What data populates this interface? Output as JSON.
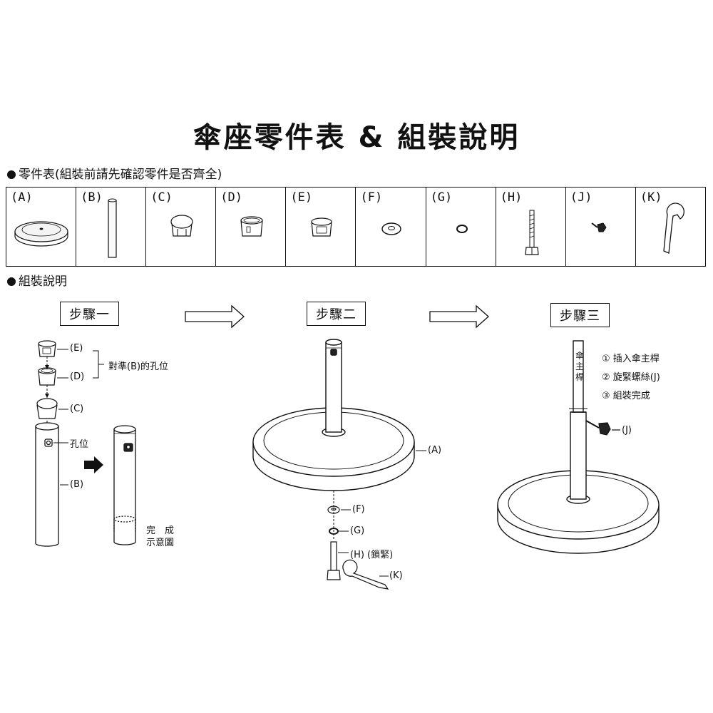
{
  "title": "傘座零件表 & 組裝說明",
  "parts_section": "零件表(組裝前請先確認零件是否齊全)",
  "assembly_section": "組裝說明",
  "parts": [
    {
      "id": "A",
      "label": "(A)"
    },
    {
      "id": "B",
      "label": "(B)"
    },
    {
      "id": "C",
      "label": "(C)"
    },
    {
      "id": "D",
      "label": "(D)"
    },
    {
      "id": "E",
      "label": "(E)"
    },
    {
      "id": "F",
      "label": "(F)"
    },
    {
      "id": "G",
      "label": "(G)"
    },
    {
      "id": "H",
      "label": "(H)"
    },
    {
      "id": "J",
      "label": "(J)"
    },
    {
      "id": "K",
      "label": "(K)"
    }
  ],
  "steps": {
    "one": "步驟一",
    "two": "步驟二",
    "three": "步驟三"
  },
  "step1": {
    "e": "(E)",
    "d": "(D)",
    "c": "(C)",
    "hole": "孔位",
    "b": "(B)",
    "align": "對準(B)的孔位",
    "done_1": "完　成",
    "done_2": "示意圖"
  },
  "step2": {
    "a": "(A)",
    "f": "(F)",
    "g": "(G)",
    "h": "(H) (鎖緊)",
    "k": "(K)"
  },
  "step3": {
    "pole": "傘主桿",
    "s1": "① 插入傘主桿",
    "s2": "② 旋緊螺絲(J)",
    "s3": "③ 組裝完成",
    "j": "(J)"
  }
}
